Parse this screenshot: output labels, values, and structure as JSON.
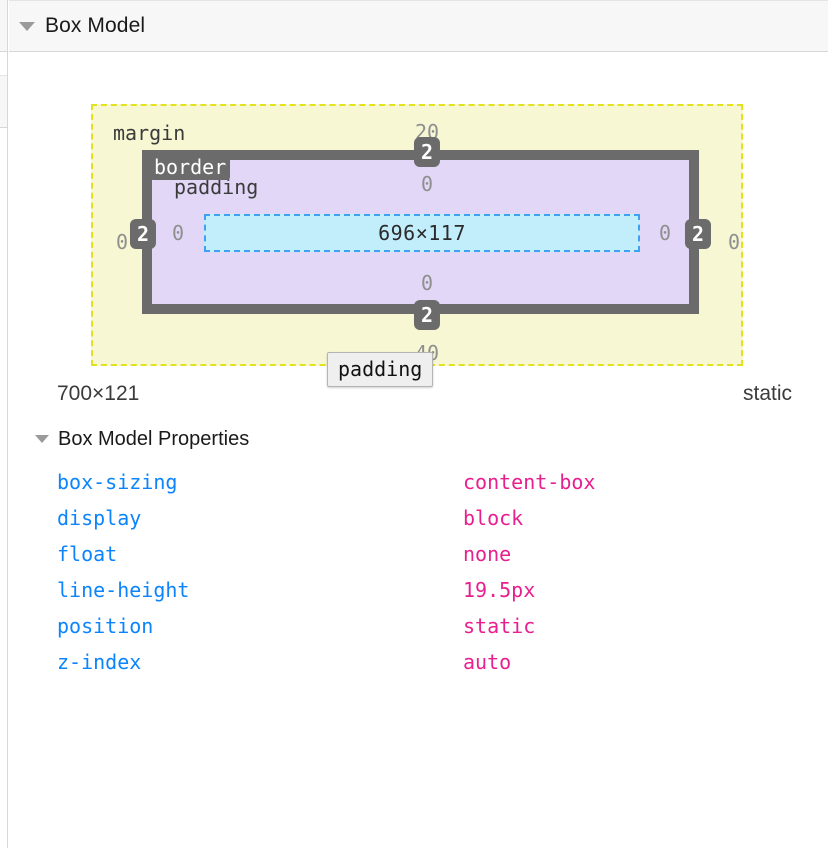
{
  "panel": {
    "header": {
      "title": "Box Model",
      "twisty": "triangle-down-icon",
      "expanded": "true"
    }
  },
  "box_model": {
    "regions": {
      "margin_label": "margin",
      "border_label": "border",
      "padding_label": "padding",
      "content_size": "696×117"
    },
    "values": {
      "margin_top": "20",
      "margin_right": "0",
      "margin_bottom": "40",
      "margin_left": "0",
      "border_top": "2",
      "border_right": "2",
      "border_bottom": "2",
      "border_left": "2",
      "padding_top": "0",
      "padding_right": "0",
      "padding_bottom": "0",
      "padding_left": "0"
    },
    "colors": {
      "margin_fill": "#f7f7d4",
      "margin_stroke": "#e2e21d",
      "border_fill": "#6b6b6b",
      "padding_fill": "#e3d7f7",
      "content_fill": "#c2eefc",
      "content_stroke": "#3ea2f0",
      "badge_bg": "#6b6b6b",
      "value_text": "#8f8f8f"
    },
    "tooltip": {
      "text": "padding"
    }
  },
  "summary": {
    "size": "700×121",
    "position": "static"
  },
  "properties_section": {
    "title": "Box Model Properties",
    "twisty": "triangle-down-icon",
    "expanded": "true",
    "rows": [
      {
        "name": "box-sizing",
        "value": "content-box"
      },
      {
        "name": "display",
        "value": "block"
      },
      {
        "name": "float",
        "value": "none"
      },
      {
        "name": "line-height",
        "value": "19.5px"
      },
      {
        "name": "position",
        "value": "static"
      },
      {
        "name": "z-index",
        "value": "auto"
      }
    ],
    "colors": {
      "name": "#0b84fd",
      "value": "#e81f8e"
    }
  }
}
